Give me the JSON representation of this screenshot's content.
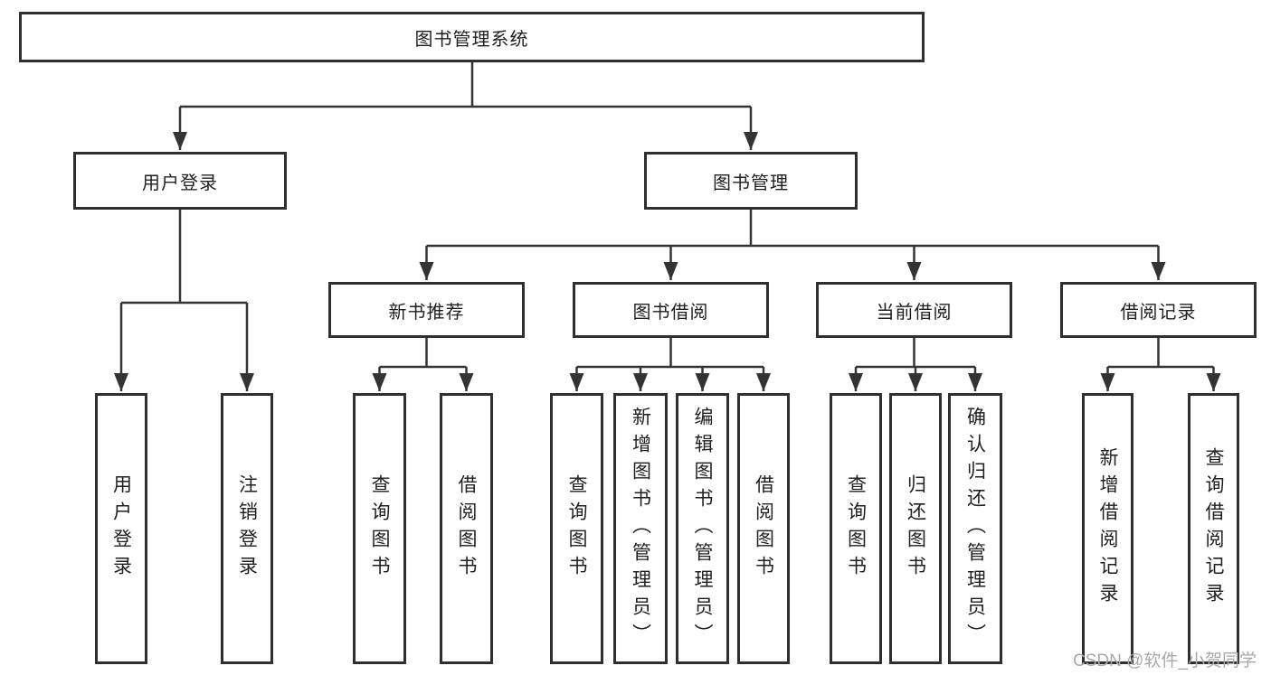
{
  "diagram": {
    "root": {
      "label": "图书管理系统"
    },
    "level2": [
      {
        "label": "用户登录",
        "children": [
          {
            "label": "用户登录"
          },
          {
            "label": "注销登录"
          }
        ]
      },
      {
        "label": "图书管理",
        "children": [
          {
            "label": "新书推荐",
            "children": [
              {
                "label": "查询图书"
              },
              {
                "label": "借阅图书"
              }
            ]
          },
          {
            "label": "图书借阅",
            "children": [
              {
                "label": "查询图书"
              },
              {
                "label": "新增图书（管理员）"
              },
              {
                "label": "编辑图书（管理员）"
              },
              {
                "label": "借阅图书"
              }
            ]
          },
          {
            "label": "当前借阅",
            "children": [
              {
                "label": "查询图书"
              },
              {
                "label": "归还图书"
              },
              {
                "label": "确认归还（管理员）"
              }
            ]
          },
          {
            "label": "借阅记录",
            "children": [
              {
                "label": "新增借阅记录"
              },
              {
                "label": "查询借阅记录"
              }
            ]
          }
        ]
      }
    ],
    "watermark": {
      "text": "CSDN @软件_小贺同学"
    },
    "colors": {
      "line": "#333333",
      "border": "#2f2f2f",
      "fill": "#ffffff",
      "text": "#1f1f1f",
      "watermark": "#a8a8a8",
      "background": "#ffffff"
    }
  }
}
